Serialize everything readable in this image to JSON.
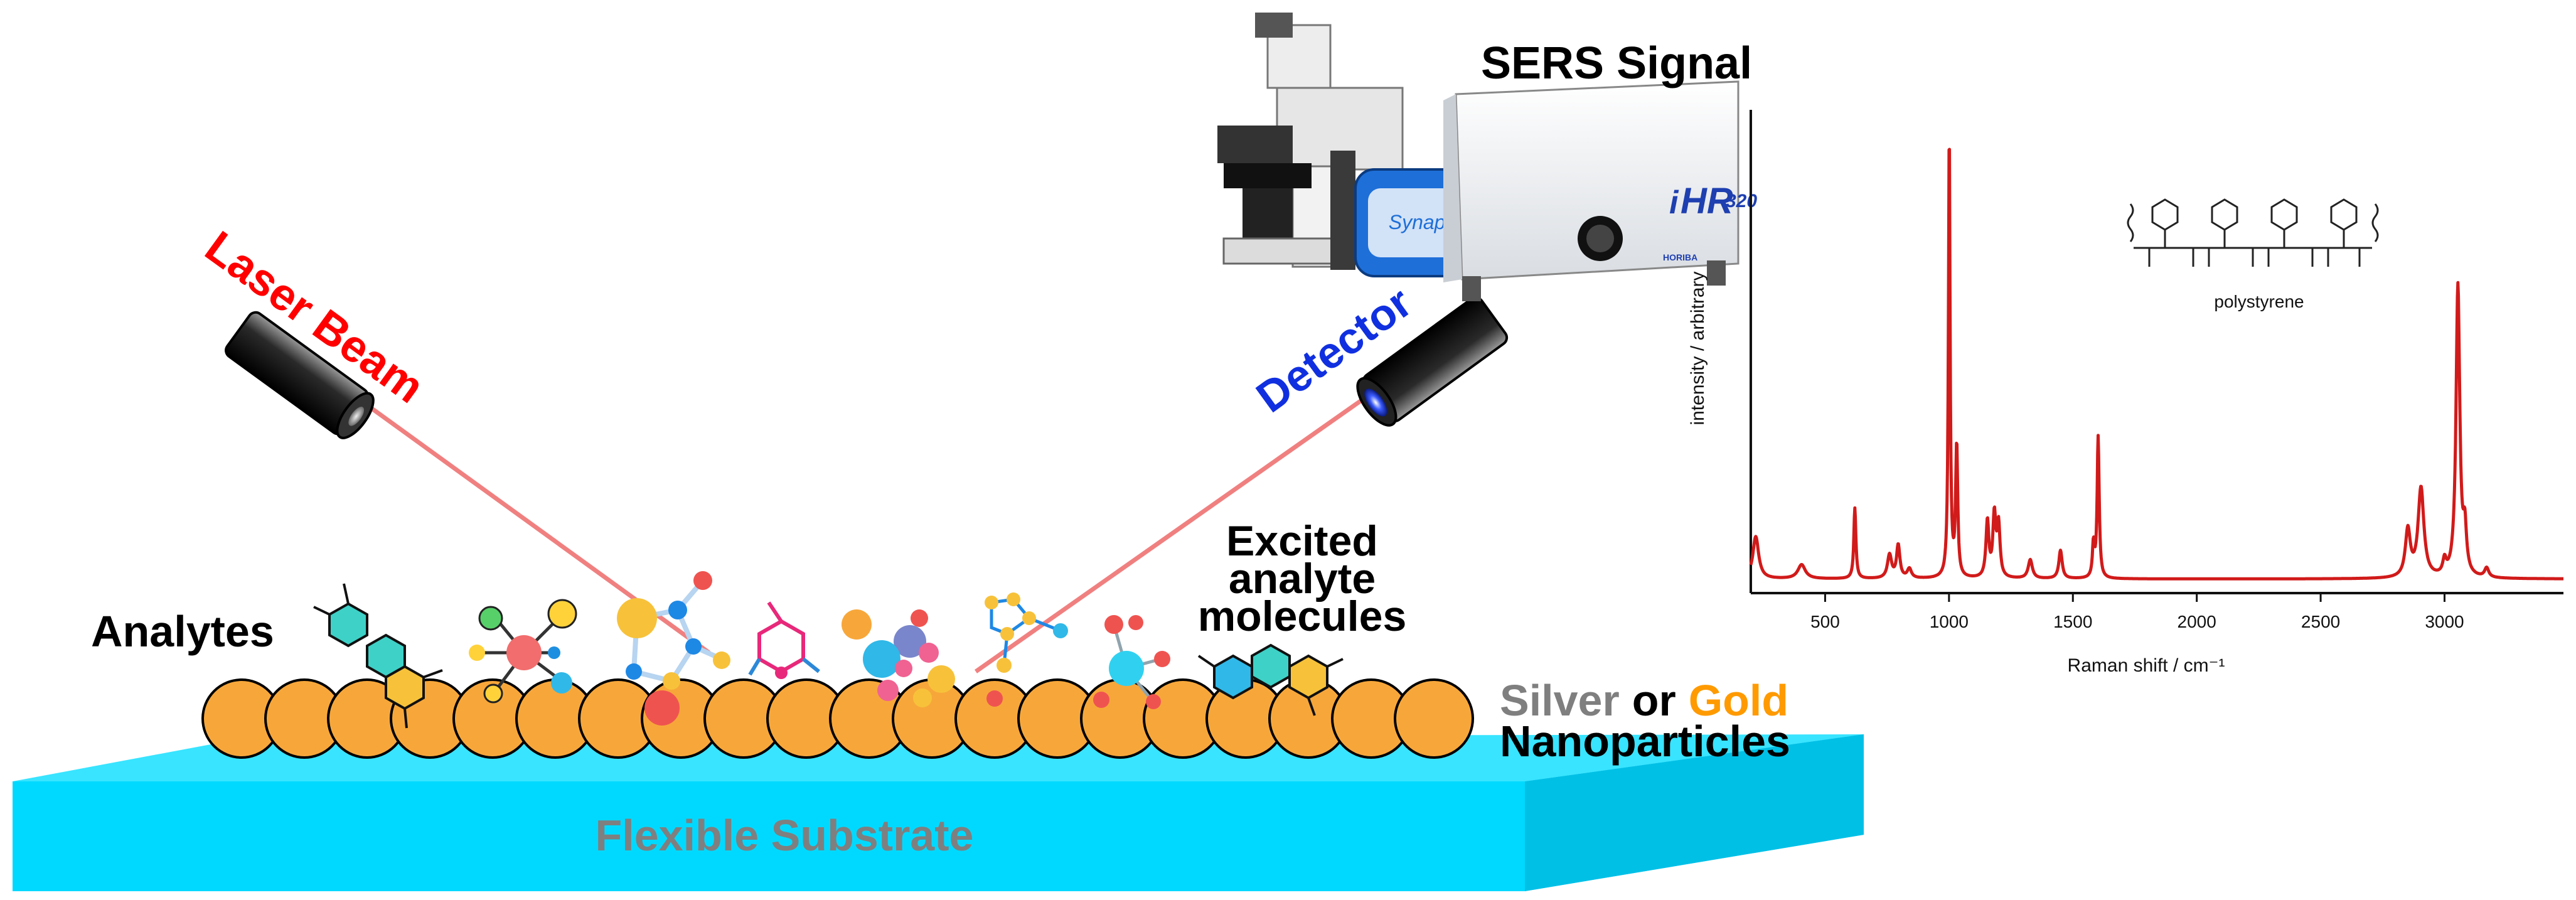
{
  "labels": {
    "laser": "Laser Beam",
    "detector": "Detector",
    "sers_signal": "SERS Signal",
    "analytes": "Analytes",
    "excited_1": "Excited",
    "excited_2": "analyte",
    "excited_3": "molecules",
    "silver": "Silver",
    "or": "or",
    "gold": "Gold",
    "nanoparticles": "Nanoparticles",
    "substrate": "Flexible Substrate"
  },
  "instrument": {
    "model_prefix": "i",
    "model_main": "HR",
    "model_suffix": "320",
    "brand": "HORIBA",
    "module": "Synapse"
  },
  "colors": {
    "laser": "#ff0000",
    "detector": "#1030e0",
    "silver": "#7f7f7f",
    "gold": "#ff9a00",
    "nanoparticle": "#f7a73a",
    "substrate": "#00d9ff",
    "spectrum": "#d11a1a"
  },
  "chart_data": {
    "type": "line",
    "xlabel": "Raman shift / cm⁻¹",
    "ylabel": "intensity / arbitrary",
    "annotation": "polystyrene",
    "xlim": [
      200,
      3480
    ],
    "ylim": [
      0,
      1
    ],
    "xticks": [
      500,
      1000,
      1500,
      2000,
      2500,
      3000
    ],
    "baseline": 0.03,
    "peaks": [
      {
        "x": 220,
        "h": 0.09,
        "w": 14
      },
      {
        "x": 405,
        "h": 0.03,
        "w": 18
      },
      {
        "x": 620,
        "h": 0.15,
        "w": 5
      },
      {
        "x": 760,
        "h": 0.05,
        "w": 10
      },
      {
        "x": 795,
        "h": 0.07,
        "w": 8
      },
      {
        "x": 840,
        "h": 0.02,
        "w": 10
      },
      {
        "x": 1001,
        "h": 0.96,
        "w": 4
      },
      {
        "x": 1031,
        "h": 0.28,
        "w": 5
      },
      {
        "x": 1155,
        "h": 0.12,
        "w": 7
      },
      {
        "x": 1183,
        "h": 0.13,
        "w": 7
      },
      {
        "x": 1200,
        "h": 0.11,
        "w": 7
      },
      {
        "x": 1328,
        "h": 0.04,
        "w": 10
      },
      {
        "x": 1450,
        "h": 0.06,
        "w": 8
      },
      {
        "x": 1583,
        "h": 0.07,
        "w": 5
      },
      {
        "x": 1602,
        "h": 0.3,
        "w": 5
      },
      {
        "x": 2852,
        "h": 0.1,
        "w": 12
      },
      {
        "x": 2905,
        "h": 0.19,
        "w": 14
      },
      {
        "x": 3000,
        "h": 0.03,
        "w": 8
      },
      {
        "x": 3054,
        "h": 0.62,
        "w": 9
      },
      {
        "x": 3082,
        "h": 0.09,
        "w": 8
      },
      {
        "x": 3170,
        "h": 0.02,
        "w": 10
      }
    ]
  }
}
